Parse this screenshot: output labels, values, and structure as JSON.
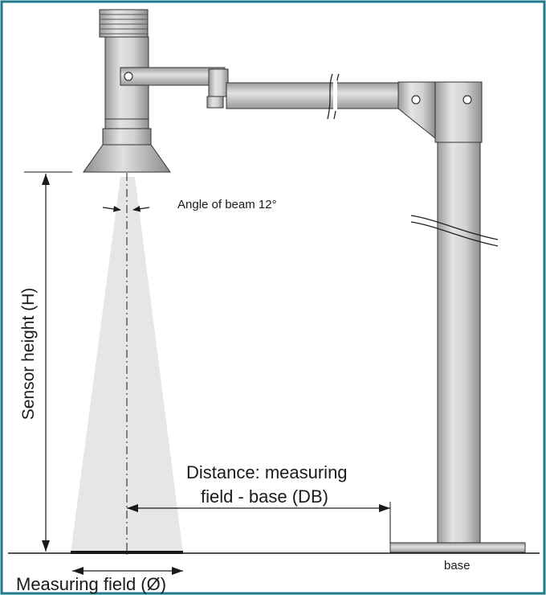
{
  "diagram": {
    "angle_of_beam_label": "Angle of beam 12°",
    "distance_label_line1": "Distance: measuring",
    "distance_label_line2": "field -  base (DB)",
    "sensor_height_label": "Sensor height (H)",
    "measuring_field_label": "Measuring field (Ø)",
    "base_label": "base"
  },
  "colors": {
    "frame_border": "#1f7a8c",
    "metal": "#c9c9c9",
    "beam": "#e6e6e6",
    "ink": "#1a1a1a"
  }
}
